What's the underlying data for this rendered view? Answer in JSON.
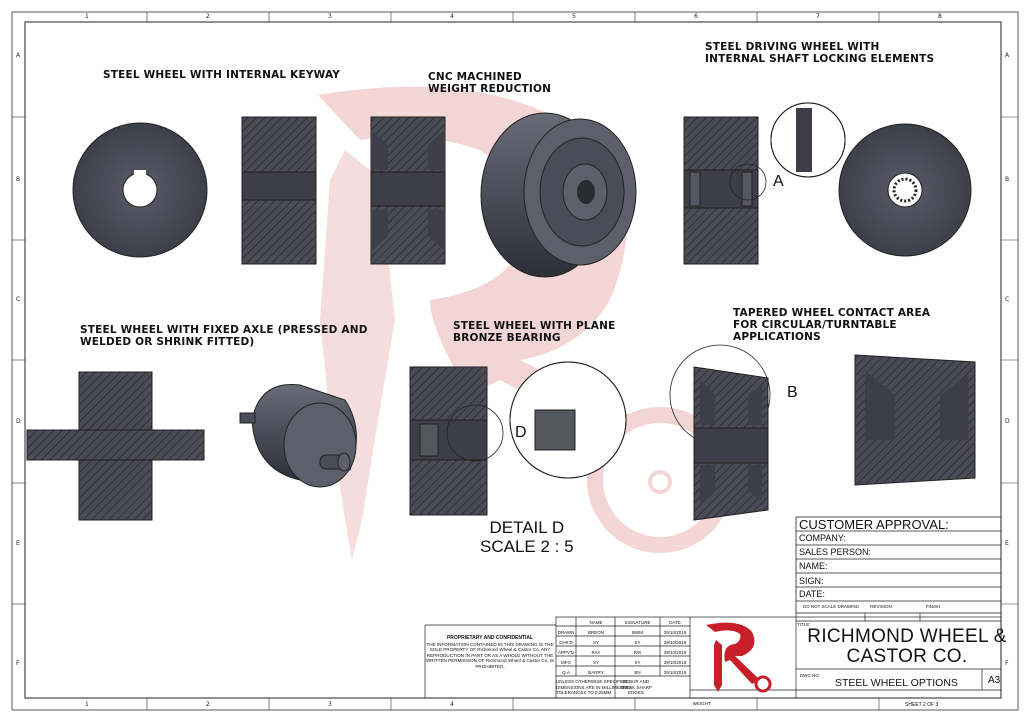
{
  "border": {
    "columns": [
      "1",
      "2",
      "3",
      "4",
      "5",
      "6",
      "7",
      "8"
    ],
    "rows": [
      "A",
      "B",
      "C",
      "D",
      "E",
      "F"
    ]
  },
  "notes": {
    "keyway": "STEEL WHEEL WITH INTERNAL KEYWAY",
    "cnc": "CNC MACHINED\nWEIGHT REDUCTION",
    "driving": "STEEL DRIVING WHEEL WITH\nINTERNAL SHAFT LOCKING ELEMENTS",
    "fixed_axle": "STEEL WHEEL WITH FIXED AXLE (PRESSED AND\nWELDED OR SHRINK FITTED)",
    "bronze": "STEEL WHEEL WITH PLANE\nBRONZE BEARING",
    "tapered": "TAPERED WHEEL CONTACT AREA\nFOR CIRCULAR/TURNTABLE\nAPPLICATIONS"
  },
  "callouts": {
    "a": "A",
    "b": "B",
    "d": "D"
  },
  "detail": {
    "label": "DETAIL D\nSCALE 2 : 5"
  },
  "customer_approval": {
    "title": "CUSTOMER APPROVAL:",
    "company": "COMPANY:",
    "sales_person": "SALES PERSON:",
    "name": "NAME:",
    "sign": "SIGN:",
    "date": "DATE:"
  },
  "title_block": {
    "do_not_scale": "DO NOT SCALE DRAWING",
    "revision": "REVISION",
    "finish": "FINISH",
    "title_label": "TITLE:",
    "company_name": "RICHMOND WHEEL &\nCASTOR CO.",
    "dwg_no_label": "DWG NO.",
    "dwg_title": "STEEL WHEEL OPTIONS",
    "size": "A3",
    "weight_label": "WEIGHT:",
    "sheet": "SHEET 2 OF 3",
    "headers": [
      "NAME",
      "SIGNATURE",
      "DATE"
    ],
    "rows": [
      {
        "role": "DRAWN",
        "name": "BREON",
        "sig": "BWM",
        "date": "29/10/2019"
      },
      {
        "role": "CHK'D",
        "name": "SY",
        "sig": "SY",
        "date": "29/10/2019"
      },
      {
        "role": "APPV'D",
        "name": "RAY",
        "sig": "RW",
        "date": "29/10/2019"
      },
      {
        "role": "MFG",
        "name": "SY",
        "sig": "SY",
        "date": "29/10/2019"
      },
      {
        "role": "Q.A",
        "name": "BARRY",
        "sig": "BN",
        "date": "29/10/2019"
      }
    ],
    "tolerance_note": "UNLESS OTHERWISE SPECIFIED:\nDIMENSIONS ARE IN MILLIMETERS\nTOLERANCES TO 0.25MM",
    "deburr_note": "DEBUR AND\nBREAK SHARP\nEDGES"
  },
  "proprietary": {
    "heading": "PROPRIETARY AND CONFIDENTIAL",
    "body": "THE INFORMATION CONTAINED IN THIS DRAWING IS THE SOLE PROPERTY OF Richmond Wheel & Castor Co. ANY REPRODUCTION IN PART OR AS A WHOLE WITHOUT THE WRITTEN PERMISSION OF Richmond Wheel & Castor Co. IS PROHIBITED."
  },
  "colors": {
    "brand_red": "#c8202a",
    "watermark": "#e8a9a9",
    "metal": "#4d4f5a",
    "hatch": "#2e2e36"
  }
}
